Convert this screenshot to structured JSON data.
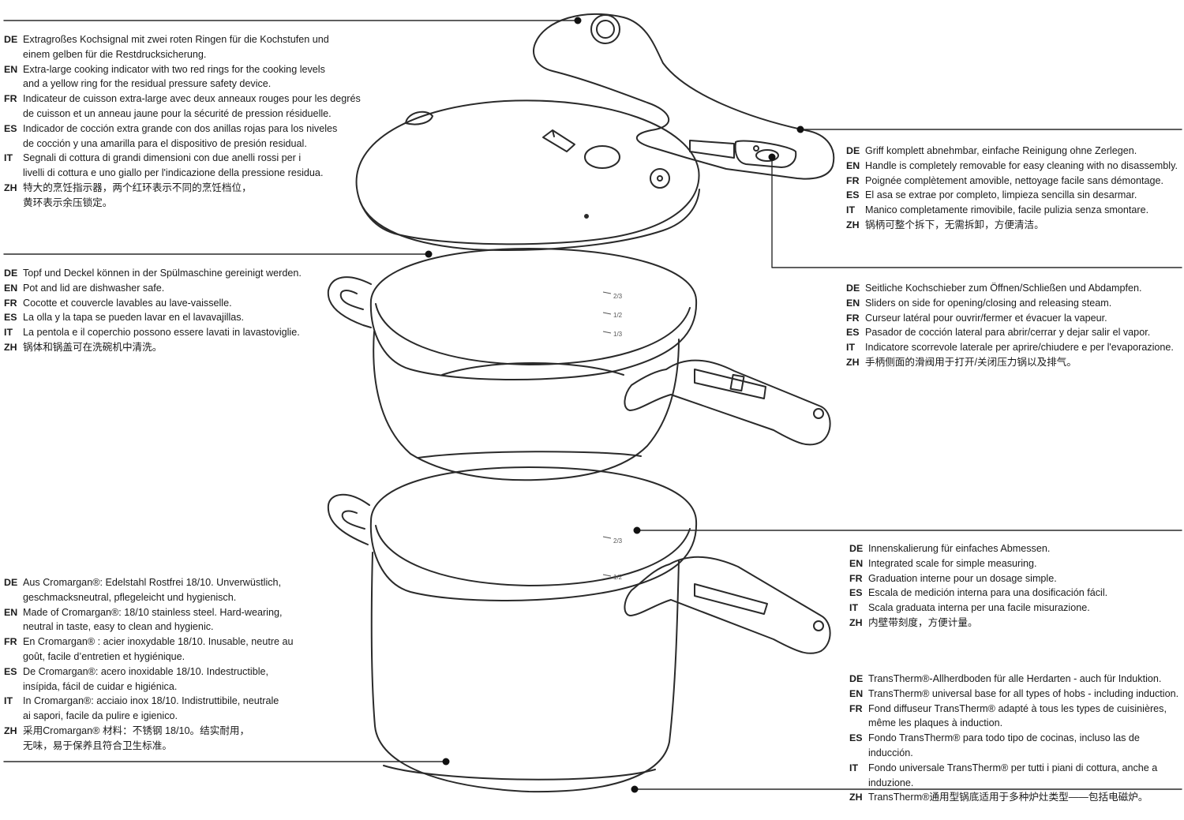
{
  "callouts": {
    "indicator": {
      "rows": [
        {
          "code": "DE",
          "text": "Extragroßes Kochsignal mit zwei roten Ringen für die Kochstufen und\neinem gelben für die Restdrucksicherung."
        },
        {
          "code": "EN",
          "text": "Extra-large cooking indicator with two red rings for the cooking levels\nand a yellow ring for the residual pressure safety device."
        },
        {
          "code": "FR",
          "text": "Indicateur de cuisson extra-large avec deux anneaux rouges pour les degrés\nde cuisson et un anneau jaune pour la sécurité de pression résiduelle."
        },
        {
          "code": "ES",
          "text": "Indicador de cocción extra grande con dos anillas rojas para los niveles\nde cocción y una amarilla para el dispositivo de presión residual."
        },
        {
          "code": "IT",
          "text": "Segnali di cottura di grandi dimensioni con due anelli rossi per i\nlivelli di cottura e uno giallo per l'indicazione della pressione residua."
        },
        {
          "code": "ZH",
          "text": "特大的烹饪指示器，两个红环表示不同的烹饪档位，\n黄环表示余压锁定。"
        }
      ]
    },
    "dishwasher": {
      "rows": [
        {
          "code": "DE",
          "text": "Topf und Deckel können in der Spülmaschine gereinigt werden."
        },
        {
          "code": "EN",
          "text": "Pot and lid are dishwasher safe."
        },
        {
          "code": "FR",
          "text": "Cocotte et couvercle lavables au lave-vaisselle."
        },
        {
          "code": "ES",
          "text": "La olla y la tapa se pueden lavar en el lavavajillas."
        },
        {
          "code": "IT",
          "text": "La pentola e il coperchio possono essere lavati in lavastoviglie."
        },
        {
          "code": "ZH",
          "text": "锅体和锅盖可在洗碗机中清洗。"
        }
      ]
    },
    "material": {
      "rows": [
        {
          "code": "DE",
          "text": "Aus Cromargan®: Edelstahl Rostfrei 18/10. Unverwüstlich,\ngeschmacksneutral, pflegeleicht und hygienisch."
        },
        {
          "code": "EN",
          "text": "Made of Cromargan®: 18/10 stainless steel. Hard-wearing,\nneutral in taste, easy to clean and hygienic."
        },
        {
          "code": "FR",
          "text": "En Cromargan® : acier inoxydable 18/10. Inusable, neutre au\ngoût, facile d’entretien et hygiénique."
        },
        {
          "code": "ES",
          "text": "De Cromargan®: acero inoxidable 18/10. Indestructible,\ninsípida, fácil de cuidar e higiénica."
        },
        {
          "code": "IT",
          "text": "In Cromargan®: acciaio inox 18/10. Indistruttibile, neutrale\nai sapori, facile da pulire e igienico."
        },
        {
          "code": "ZH",
          "text": "采用Cromargan® 材料：不锈钢 18/10。结实耐用，\n无味，易于保养且符合卫生标准。"
        }
      ]
    },
    "handle": {
      "rows": [
        {
          "code": "DE",
          "text": "Griff komplett abnehmbar, einfache Reinigung ohne Zerlegen."
        },
        {
          "code": "EN",
          "text": "Handle is completely removable for easy cleaning with no disassembly."
        },
        {
          "code": "FR",
          "text": "Poignée complètement amovible, nettoyage facile sans démontage."
        },
        {
          "code": "ES",
          "text": "El asa se extrae por completo, limpieza sencilla sin desarmar."
        },
        {
          "code": "IT",
          "text": "Manico completamente rimovibile, facile pulizia senza smontare."
        },
        {
          "code": "ZH",
          "text": "锅柄可整个拆下，无需拆卸，方便清洁。"
        }
      ]
    },
    "slider": {
      "rows": [
        {
          "code": "DE",
          "text": "Seitliche Kochschieber zum Öffnen/Schließen und Abdampfen."
        },
        {
          "code": "EN",
          "text": "Sliders on side for opening/closing and releasing steam."
        },
        {
          "code": "FR",
          "text": "Curseur latéral pour ouvrir/fermer et évacuer la vapeur."
        },
        {
          "code": "ES",
          "text": "Pasador de cocción lateral para abrir/cerrar y dejar salir el vapor."
        },
        {
          "code": "IT",
          "text": "Indicatore scorrevole laterale per aprire/chiudere e per l'evaporazione."
        },
        {
          "code": "ZH",
          "text": "手柄侧面的滑阀用于打开/关闭压力锅以及排气。"
        }
      ]
    },
    "scale": {
      "rows": [
        {
          "code": "DE",
          "text": "Innenskalierung für einfaches Abmessen."
        },
        {
          "code": "EN",
          "text": "Integrated scale for simple measuring."
        },
        {
          "code": "FR",
          "text": "Graduation interne pour un dosage simple."
        },
        {
          "code": "ES",
          "text": "Escala de medición interna para una dosificación fácil."
        },
        {
          "code": "IT",
          "text": "Scala graduata interna per una facile misurazione."
        },
        {
          "code": "ZH",
          "text": "内壁带刻度，方便计量。"
        }
      ]
    },
    "base": {
      "rows": [
        {
          "code": "DE",
          "text": "TransTherm®-Allherdboden für alle Herdarten - auch für Induktion."
        },
        {
          "code": "EN",
          "text": "TransTherm® universal base for all types of hobs - including induction."
        },
        {
          "code": "FR",
          "text": "Fond diffuseur TransTherm® adapté à tous les types de cuisinières,\nmême les plaques à induction."
        },
        {
          "code": "ES",
          "text": "Fondo TransTherm® para todo tipo de cocinas, incluso las de inducción."
        },
        {
          "code": "IT",
          "text": "Fondo universale TransTherm® per tutti i piani di cottura, anche a\ninduzione."
        },
        {
          "code": "ZH",
          "text": "TransTherm®通用型锅底适用于多种炉灶类型——包括电磁炉。"
        }
      ]
    }
  },
  "scale_marks": {
    "upper": [
      "2/3",
      "1/2",
      "1/3"
    ],
    "lower": [
      "2/3",
      "1/2"
    ]
  },
  "colors": {
    "outline": "#2a2a2a",
    "text": "#1a1a1a",
    "background": "#ffffff"
  }
}
